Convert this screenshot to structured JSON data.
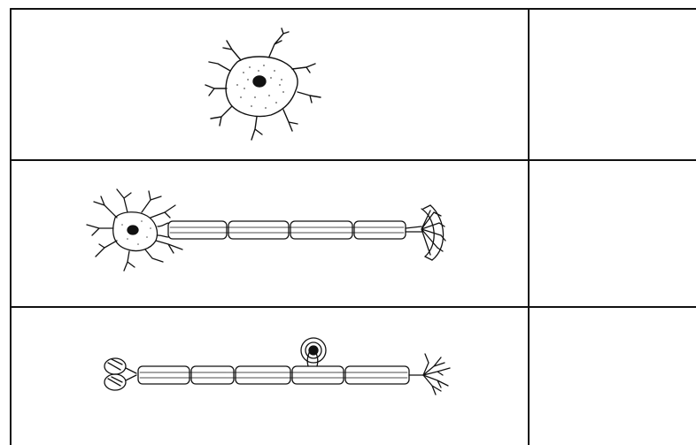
{
  "table": {
    "rows": [
      {
        "figure": "interneuron",
        "label": ""
      },
      {
        "figure": "motor-neuron",
        "label": ""
      },
      {
        "figure": "sensory-neuron",
        "label": ""
      }
    ]
  },
  "colors": {
    "ink": "#111111",
    "paper": "#ffffff",
    "stipple": "#555555"
  }
}
